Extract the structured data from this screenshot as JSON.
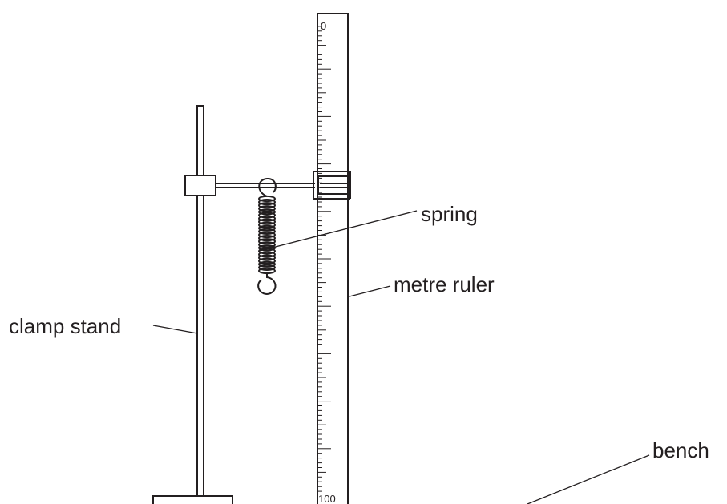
{
  "labels": {
    "spring": "spring",
    "metre_ruler": "metre ruler",
    "clamp_stand": "clamp stand",
    "bench": "bench"
  },
  "ruler": {
    "start_mark": "0",
    "end_mark": "100"
  },
  "colors": {
    "ink": "#231f20",
    "background": "#ffffff"
  }
}
